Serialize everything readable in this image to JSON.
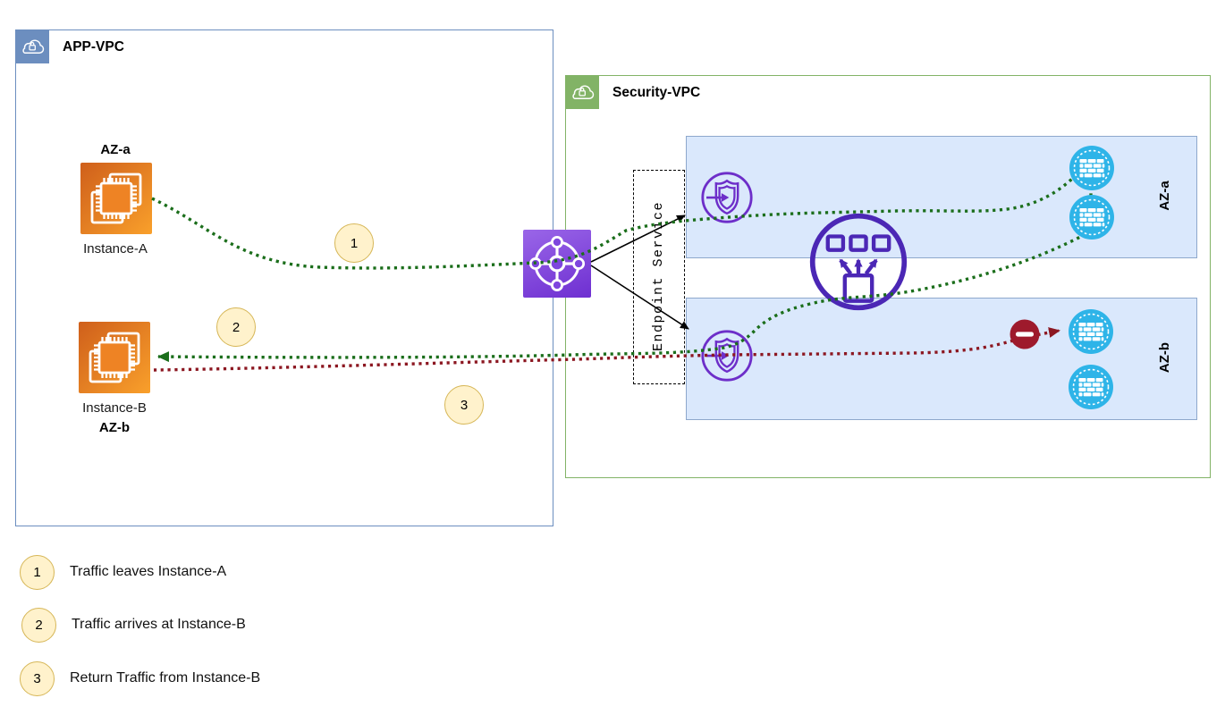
{
  "app_vpc": {
    "title": "APP-VPC",
    "az_a_label": "AZ-a",
    "az_b_label": "AZ-b",
    "instance_a_label": "Instance-A",
    "instance_b_label": "Instance-B"
  },
  "security_vpc": {
    "title": "Security-VPC",
    "endpoint_service_label": "Endpoint Service",
    "az_a_label": "AZ-a",
    "az_b_label": "AZ-b"
  },
  "flow_markers": {
    "step1": "1",
    "step2": "2",
    "step3": "3"
  },
  "legend": {
    "items": [
      {
        "number": "1",
        "text": "Traffic leaves Instance-A"
      },
      {
        "number": "2",
        "text": "Traffic arrives at Instance-B"
      },
      {
        "number": "3",
        "text": "Return Traffic from Instance-B"
      }
    ]
  },
  "icons": {
    "app_vpc_header": "vpc-cloud-lock-icon",
    "security_vpc_header": "vpc-cloud-lock-icon",
    "instance_a": "ec2-instance-icon",
    "instance_b": "ec2-instance-icon",
    "transit_gateway": "transit-gateway-icon",
    "gwlb_endpoint_az_a": "gwlb-endpoint-icon",
    "gwlb_endpoint_az_b": "gwlb-endpoint-icon",
    "gateway_load_balancer": "gateway-load-balancer-icon",
    "firewall_appliances": "firewall-appliance-icon",
    "deny": "deny-no-entry-icon"
  },
  "colors": {
    "app_vpc_border": "#6c8ebf",
    "security_vpc_border": "#82b366",
    "az_band_fill": "#dae8fc",
    "ec2_orange": "#ed7d17",
    "transit_gateway_purple": "#7b3fe0",
    "gwlb_purple": "#4b27b5",
    "endpoint_purple": "#6d2ec9",
    "firewall_blue": "#2eb4e8",
    "deny_red": "#9e1a2c",
    "flow_green": "#1b6e1b",
    "flow_return_red": "#8c1721",
    "marker_fill": "#fff2cc",
    "marker_border": "#d6b656"
  }
}
